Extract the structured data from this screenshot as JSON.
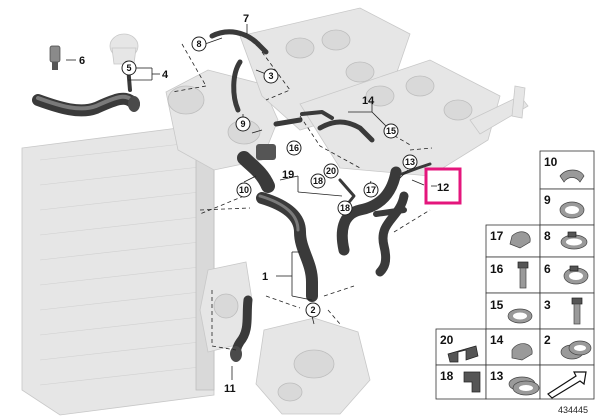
{
  "diagram_id": "434445",
  "highlight_color": "#e4167c",
  "highlight_label": "12",
  "callouts": [
    {
      "id": "c8",
      "n": "8"
    },
    {
      "id": "c5",
      "n": "5"
    },
    {
      "id": "c9",
      "n": "9"
    },
    {
      "id": "c3a",
      "n": "3"
    },
    {
      "id": "c16a",
      "n": "16"
    },
    {
      "id": "c10",
      "n": "10"
    },
    {
      "id": "c20",
      "n": "20"
    },
    {
      "id": "c18a",
      "n": "18"
    },
    {
      "id": "c17",
      "n": "17"
    },
    {
      "id": "c18b",
      "n": "18"
    },
    {
      "id": "c13",
      "n": "13"
    },
    {
      "id": "c15",
      "n": "15"
    },
    {
      "id": "c2",
      "n": "2"
    }
  ],
  "labels": [
    {
      "id": "l7",
      "n": "7"
    },
    {
      "id": "l6",
      "n": "6"
    },
    {
      "id": "l4",
      "n": "4"
    },
    {
      "id": "l14",
      "n": "14"
    },
    {
      "id": "l19",
      "n": "19"
    },
    {
      "id": "l1",
      "n": "1"
    },
    {
      "id": "l11",
      "n": "11"
    }
  ],
  "parts": [
    {
      "n": "10",
      "icon": "spring-clip-icon"
    },
    {
      "n": "9",
      "icon": "hose-clamp-icon"
    },
    {
      "n": "17",
      "icon": "bracket-clip-icon"
    },
    {
      "n": "8",
      "icon": "band-clamp-icon"
    },
    {
      "n": "16",
      "icon": "bolt-icon"
    },
    {
      "n": "6",
      "icon": "clamp-ring-icon"
    },
    {
      "n": "15",
      "icon": "spring-band-icon"
    },
    {
      "n": "3",
      "icon": "screw-icon"
    },
    {
      "n": "20",
      "icon": "holder-bracket-icon"
    },
    {
      "n": "14",
      "icon": "hose-clip-icon"
    },
    {
      "n": "2",
      "icon": "double-clamp-icon"
    },
    {
      "n": "18",
      "icon": "retainer-clip-icon"
    },
    {
      "n": "13",
      "icon": "coil-clamp-icon"
    },
    {
      "n": "",
      "icon": "arrow-tool-icon"
    }
  ]
}
